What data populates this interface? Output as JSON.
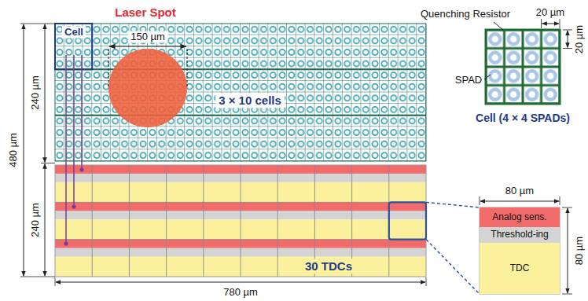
{
  "diagram": {
    "nodes": [
      {
        "text": [
          "3 × 10 cells"
        ]
      },
      {
        "text": [
          "30 TDCs"
        ]
      },
      {
        "text": [
          "Analog sens."
        ]
      },
      {
        "text": [
          "Threshold-ing"
        ]
      },
      {
        "text": [
          "TDC"
        ]
      }
    ],
    "labels": [
      "Laser Spot",
      "Cell",
      "150 µm",
      "Quenching Resistor",
      "20 µm",
      "20 µm",
      "SPAD",
      "Cell (4 × 4 SPADs)",
      "480 µm",
      "240 µm",
      "240 µm",
      "780 µm",
      "80 µm",
      "80 µm"
    ]
  }
}
